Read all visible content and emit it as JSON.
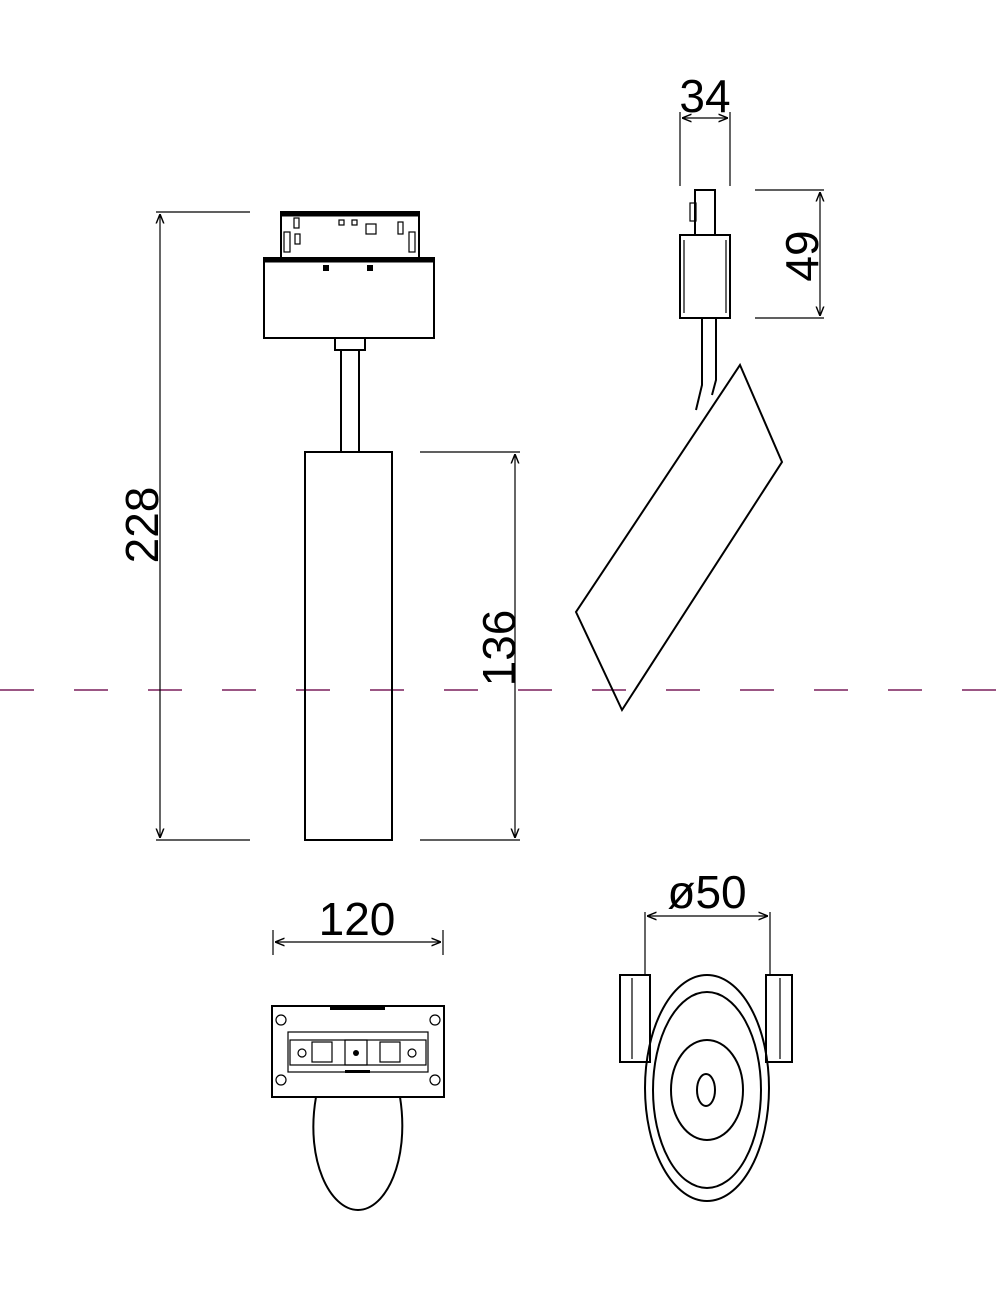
{
  "dimensions": {
    "total_height": "228",
    "body_height": "136",
    "adapter_width": "34",
    "adapter_height": "49",
    "track_width": "120",
    "diameter": "ø50"
  },
  "colors": {
    "line": "#000000",
    "axis_line": "#7a1f5c"
  }
}
